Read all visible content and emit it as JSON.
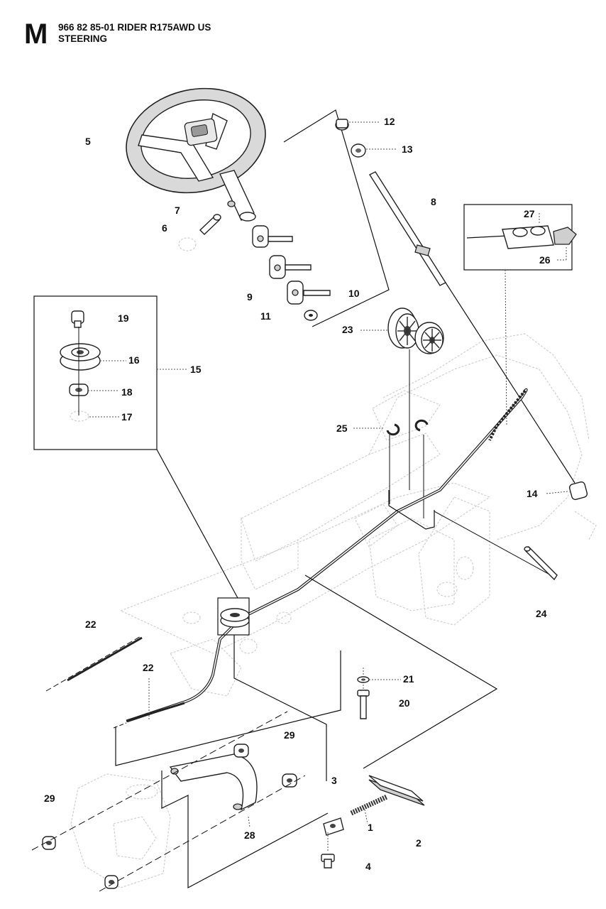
{
  "header": {
    "section_letter": "M",
    "code_line": "966 82 85-01 RIDER R175AWD US",
    "title": "STEERING"
  },
  "callouts": [
    {
      "id": "c1",
      "label": "1"
    },
    {
      "id": "c2",
      "label": "2"
    },
    {
      "id": "c3",
      "label": "3"
    },
    {
      "id": "c4",
      "label": "4"
    },
    {
      "id": "c5",
      "label": "5"
    },
    {
      "id": "c6",
      "label": "6"
    },
    {
      "id": "c7",
      "label": "7"
    },
    {
      "id": "c8",
      "label": "8"
    },
    {
      "id": "c9",
      "label": "9"
    },
    {
      "id": "c10",
      "label": "10"
    },
    {
      "id": "c11",
      "label": "11"
    },
    {
      "id": "c12",
      "label": "12"
    },
    {
      "id": "c13",
      "label": "13"
    },
    {
      "id": "c14",
      "label": "14"
    },
    {
      "id": "c15",
      "label": "15"
    },
    {
      "id": "c16",
      "label": "16"
    },
    {
      "id": "c17",
      "label": "17"
    },
    {
      "id": "c18",
      "label": "18"
    },
    {
      "id": "c19",
      "label": "19"
    },
    {
      "id": "c20",
      "label": "20"
    },
    {
      "id": "c21",
      "label": "21"
    },
    {
      "id": "c22a",
      "label": "22"
    },
    {
      "id": "c22b",
      "label": "22"
    },
    {
      "id": "c23",
      "label": "23"
    },
    {
      "id": "c24",
      "label": "24"
    },
    {
      "id": "c25",
      "label": "25"
    },
    {
      "id": "c26",
      "label": "26"
    },
    {
      "id": "c27",
      "label": "27"
    },
    {
      "id": "c28",
      "label": "28"
    },
    {
      "id": "c29a",
      "label": "29"
    },
    {
      "id": "c29b",
      "label": "29"
    }
  ]
}
